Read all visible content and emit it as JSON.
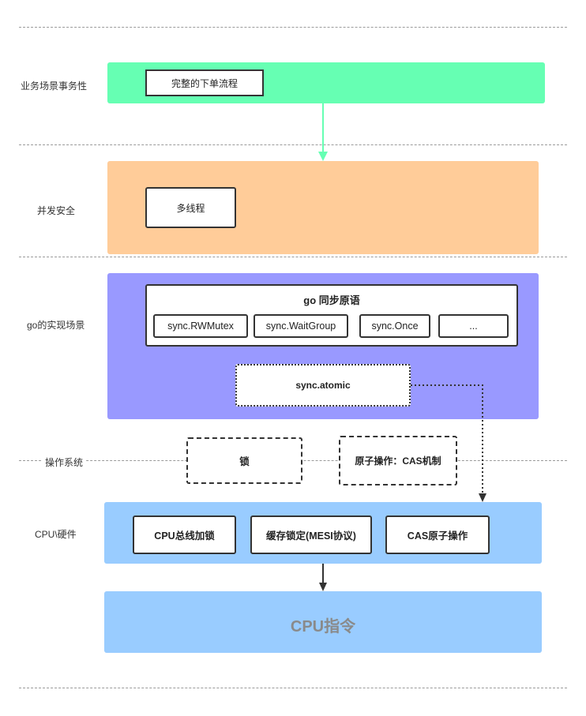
{
  "layers": {
    "business": {
      "label": "业务场景事务性",
      "box": "完整的下单流程"
    },
    "concurrency": {
      "label": "并发安全",
      "box": "多线程"
    },
    "go": {
      "label": "go的实现场景",
      "group_title": "go 同步原语",
      "primitives": [
        "sync.RWMutex",
        "sync.WaitGroup",
        "sync.Once",
        "..."
      ],
      "atomic": "sync.atomic"
    },
    "os": {
      "label": "操作系统",
      "lock": "锁",
      "atomic_op": "原子操作：CAS机制"
    },
    "hardware": {
      "label": "CPU\\硬件",
      "items": [
        "CPU总线加锁",
        "缓存锁定(MESI协议)",
        "CAS原子操作"
      ]
    },
    "cpu_instr": {
      "label": "CPU指令"
    }
  },
  "colors": {
    "business": "#66ffb3",
    "concurrency": "#ffcc99",
    "go": "#9999ff",
    "hardware": "#99ccff",
    "arrow_green": "#66ffb3"
  }
}
